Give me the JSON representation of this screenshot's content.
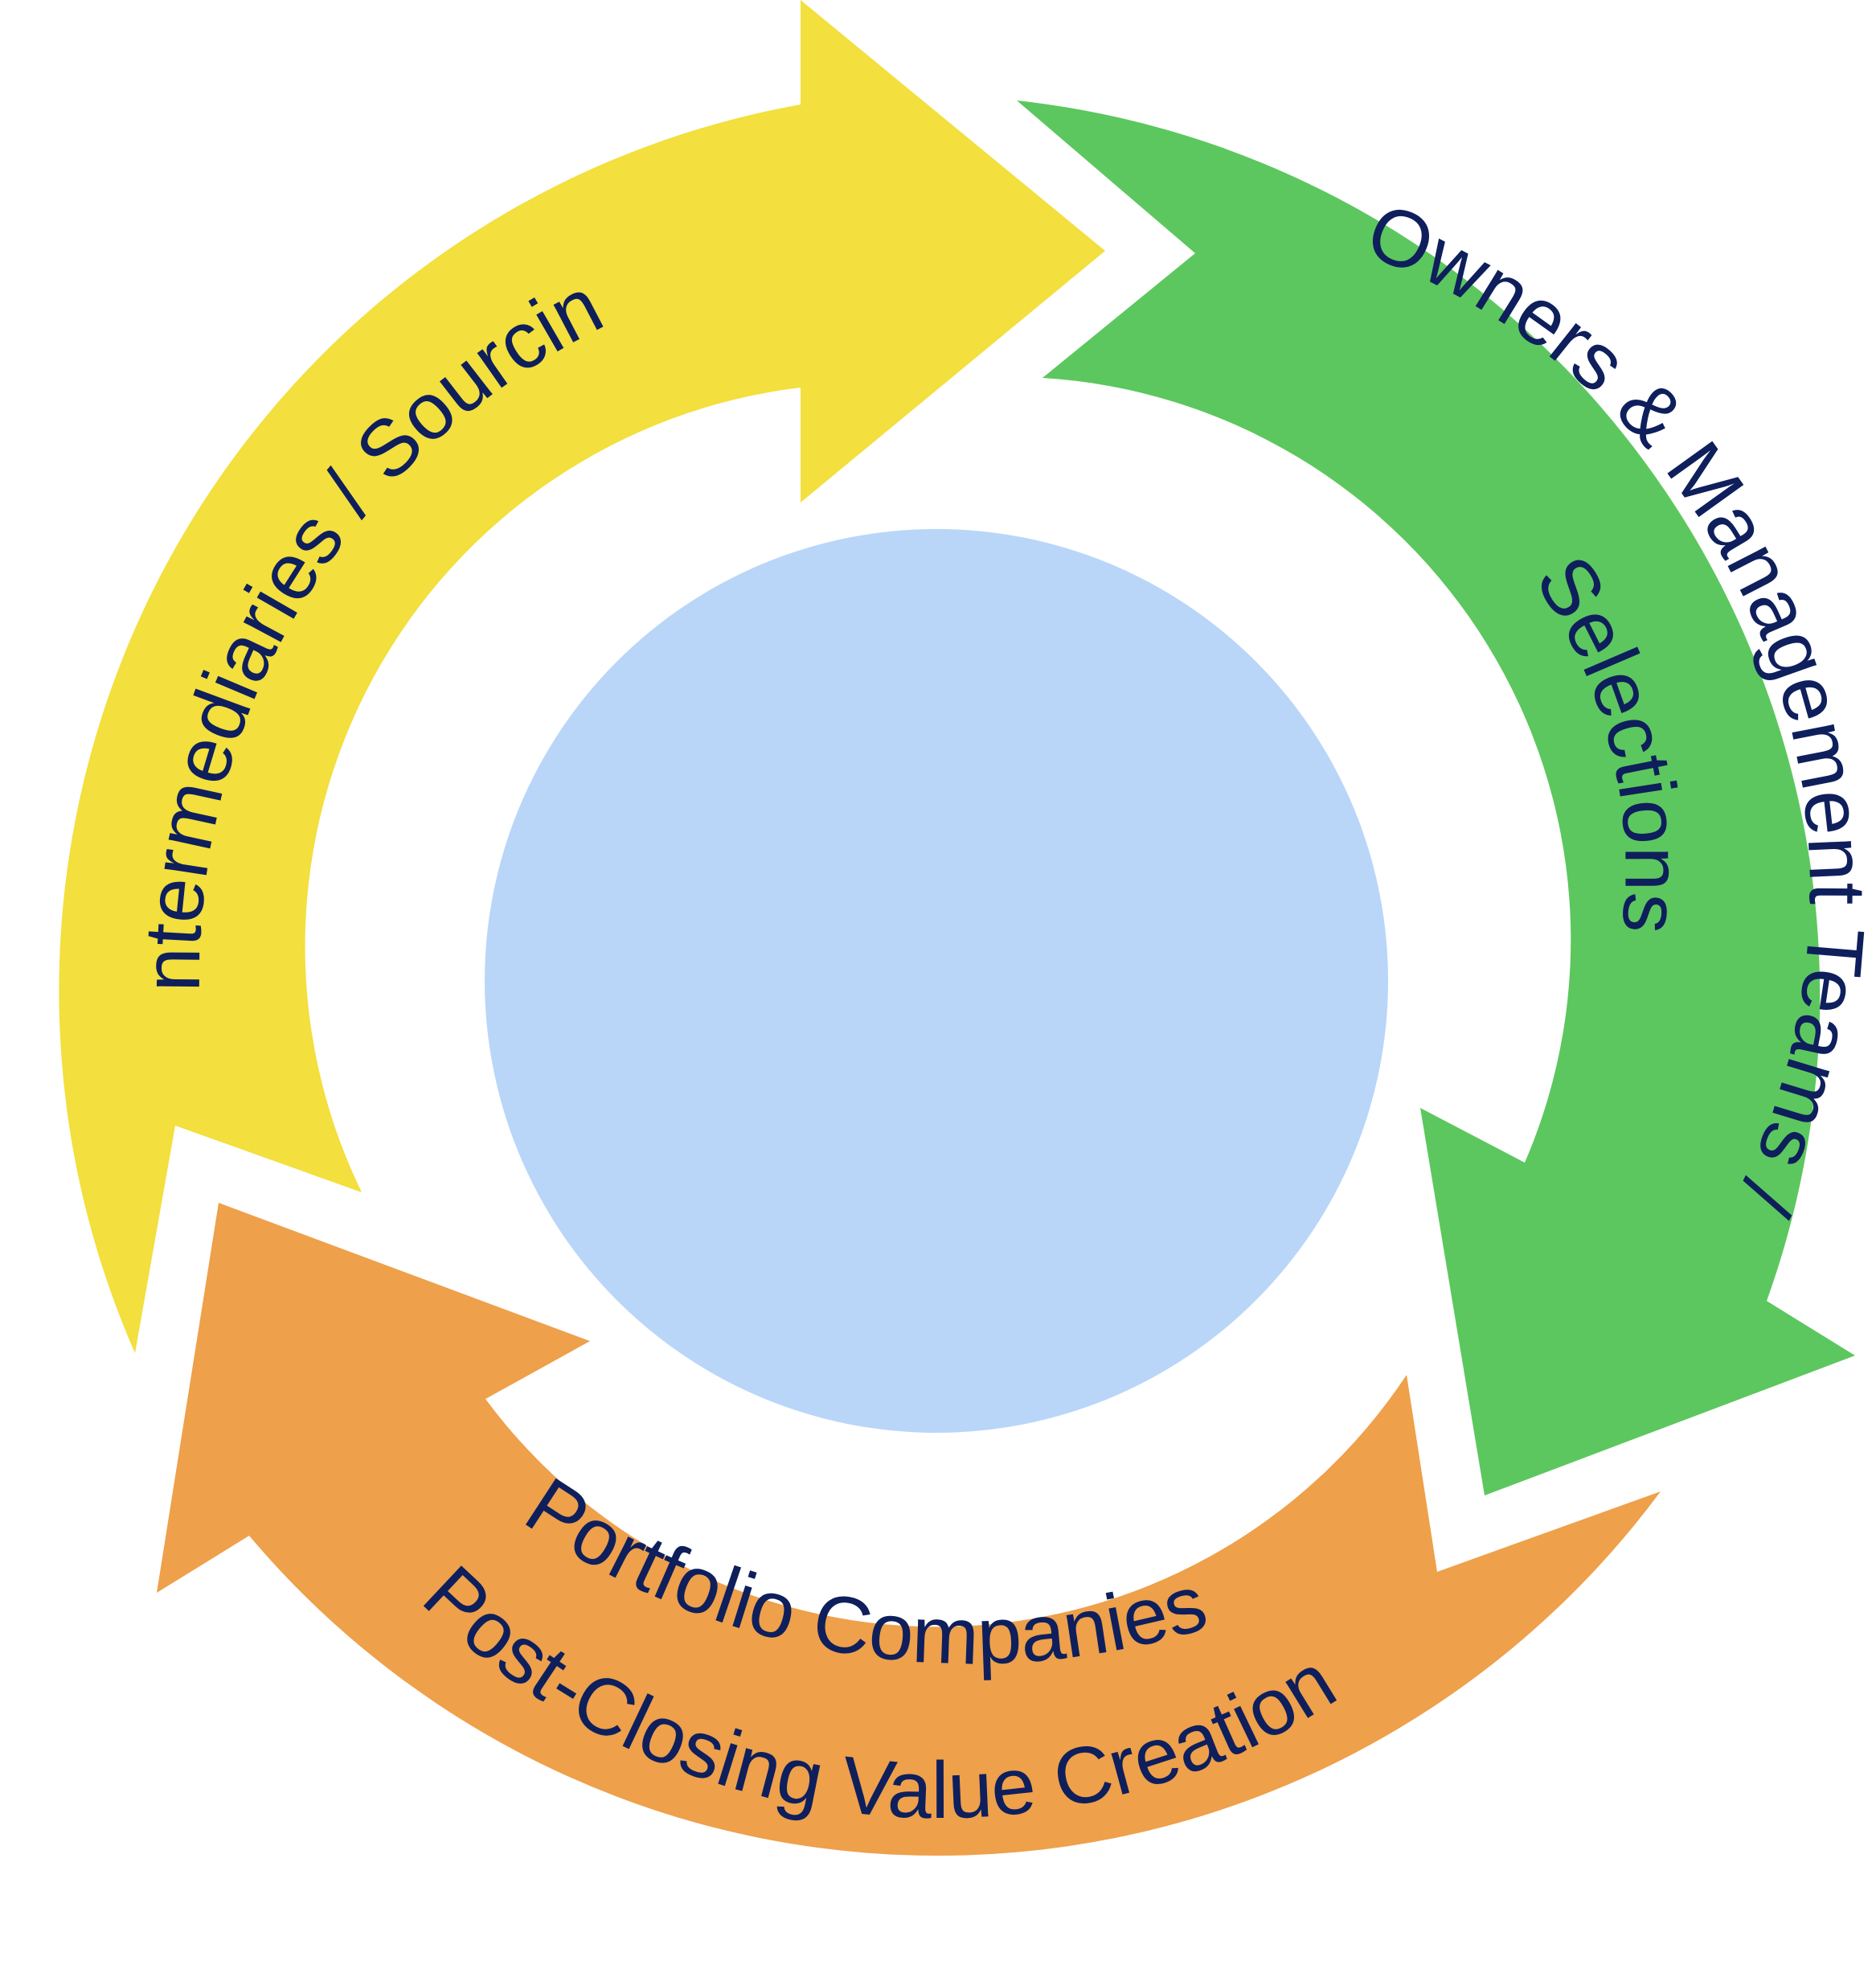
{
  "colors": {
    "yellow_arrow": "#F3DF3D",
    "green_arrow": "#5CC75E",
    "orange_arrow": "#EEA04A",
    "center_circle": "#B9D6F8",
    "label_text": "#0E1F5C",
    "background": "#FFFFFF"
  },
  "arrows": [
    {
      "id": "sourcing",
      "color_key": "yellow_arrow",
      "label_lines": [
        "Intermediaries / Sourcing"
      ]
    },
    {
      "id": "selection",
      "color_key": "green_arrow",
      "label_lines": [
        "Owners & Management Teams /",
        "Selections"
      ]
    },
    {
      "id": "value-creation",
      "color_key": "orange_arrow",
      "label_lines": [
        "Portfolio Companies /",
        "Post-Closing Value Creation"
      ]
    }
  ],
  "center": {
    "color_key": "center_circle"
  }
}
